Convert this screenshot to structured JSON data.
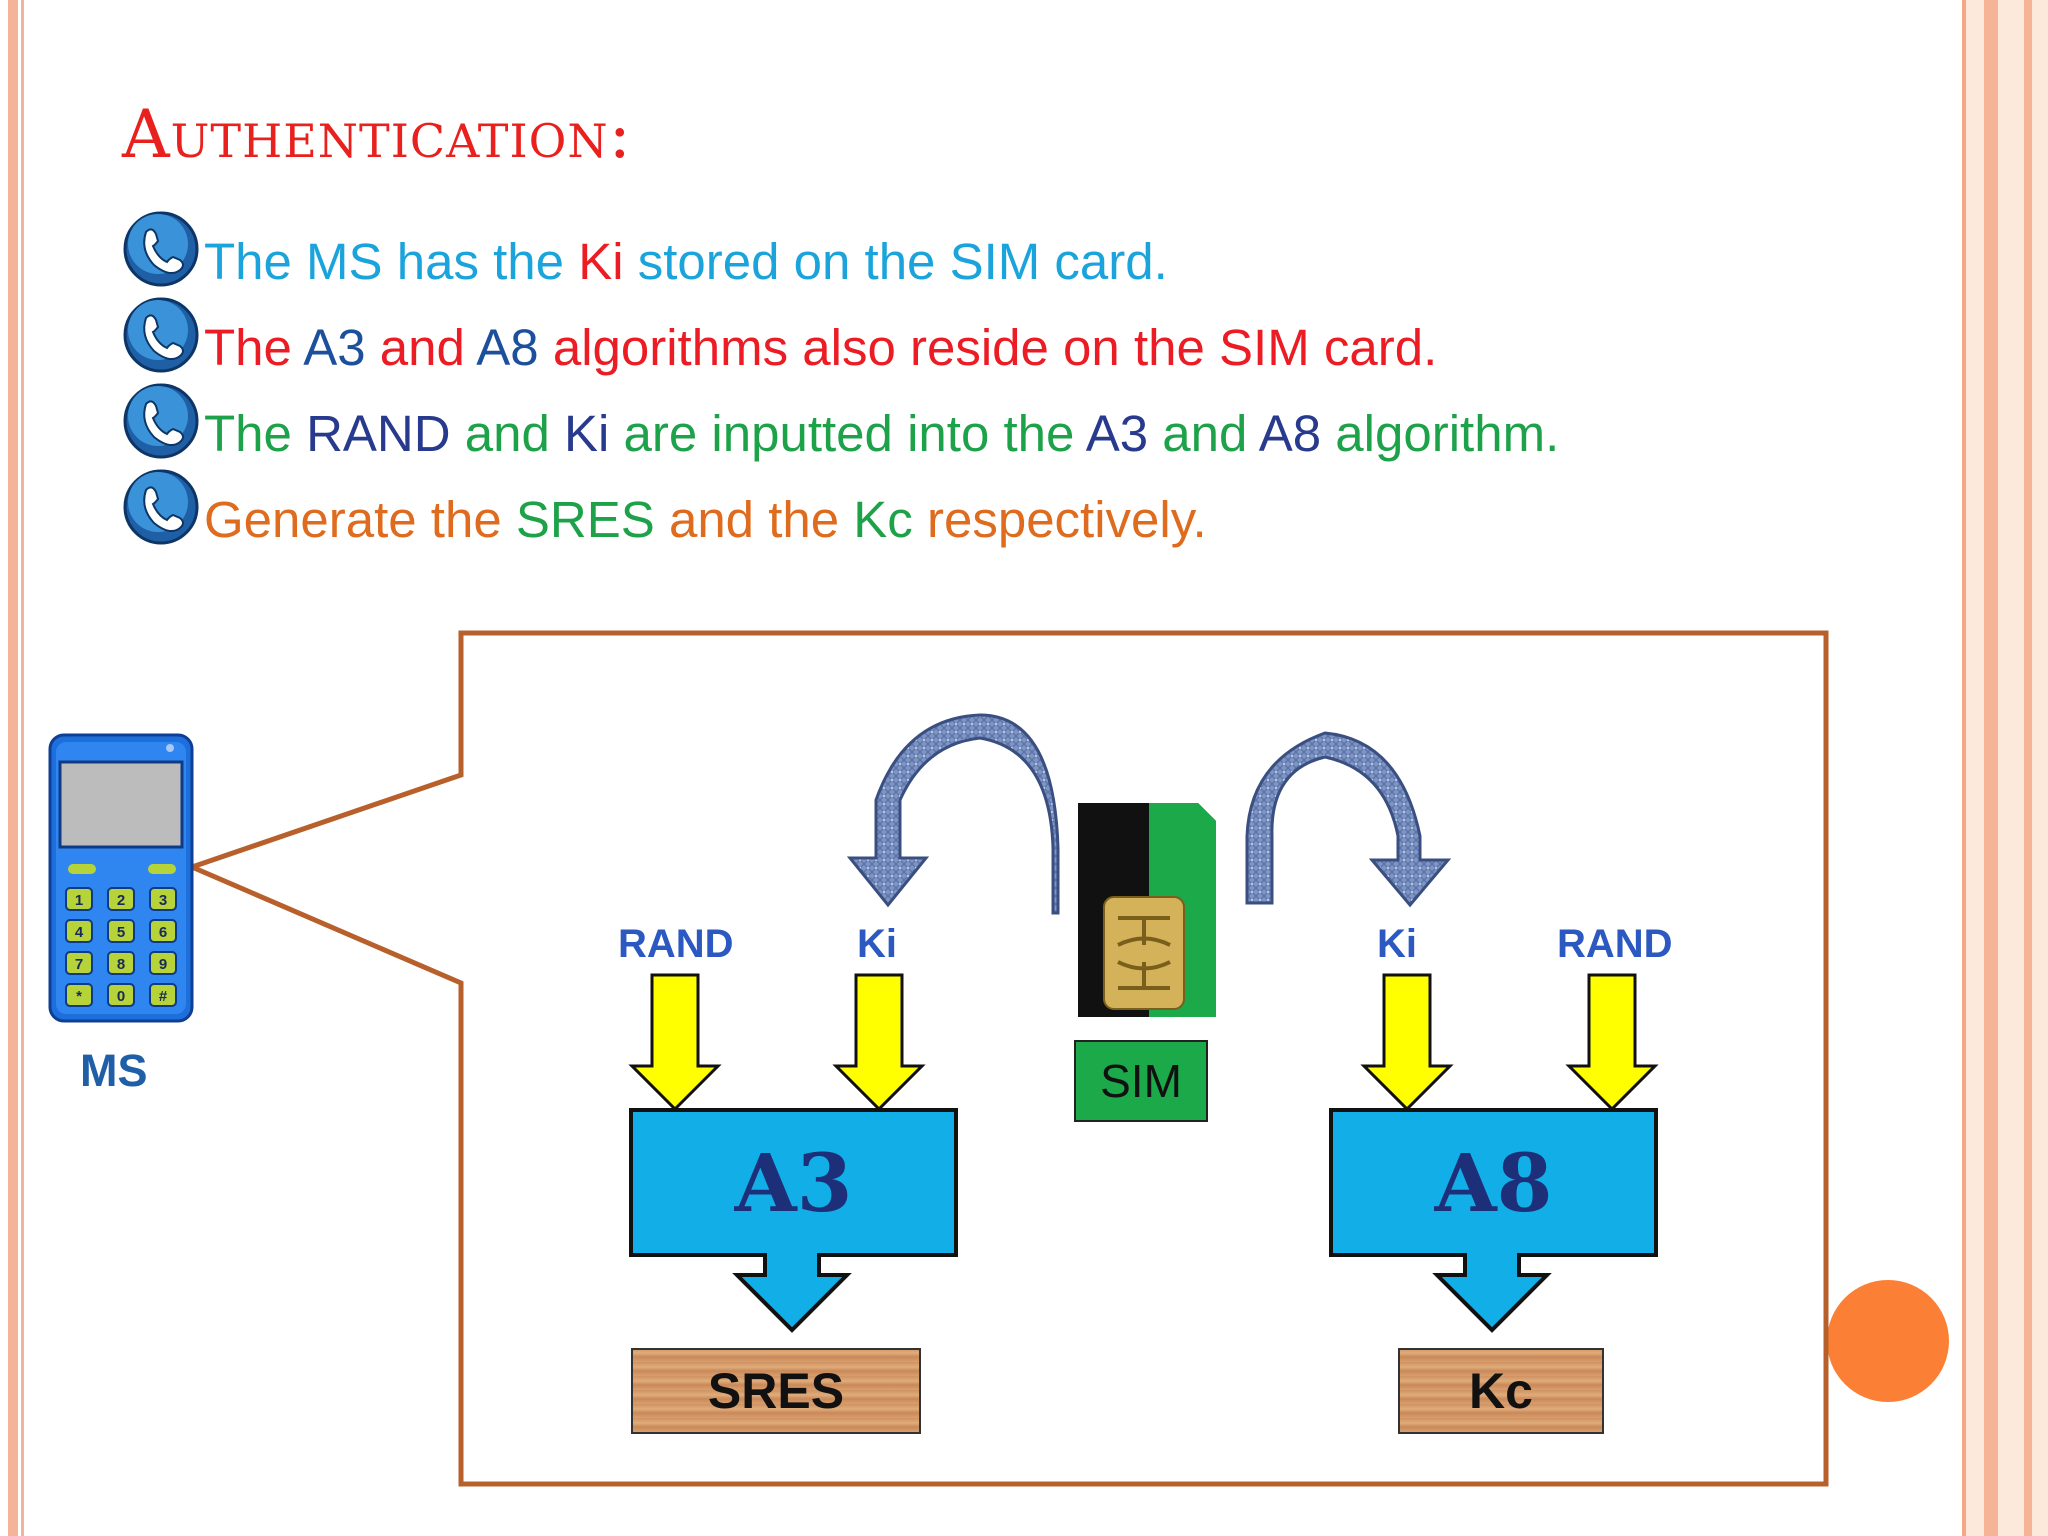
{
  "slide": {
    "title": "Authentication:",
    "bullets": [
      {
        "segments": [
          {
            "text": "The MS has the ",
            "color": "light-blue"
          },
          {
            "text": "Ki",
            "color": "red"
          },
          {
            "text": " stored on the SIM card.",
            "color": "light-blue"
          }
        ]
      },
      {
        "segments": [
          {
            "text": "The ",
            "color": "red"
          },
          {
            "text": "A3",
            "color": "dark-blue"
          },
          {
            "text": " and ",
            "color": "red"
          },
          {
            "text": "A8",
            "color": "dark-blue"
          },
          {
            "text": " algorithms also reside on the SIM card.",
            "color": "red"
          }
        ]
      },
      {
        "segments": [
          {
            "text": "The ",
            "color": "green"
          },
          {
            "text": "RAND",
            "color": "navy"
          },
          {
            "text": " and ",
            "color": "green"
          },
          {
            "text": "Ki",
            "color": "navy"
          },
          {
            "text": " are inputted into the ",
            "color": "green"
          },
          {
            "text": "A3",
            "color": "navy"
          },
          {
            "text": " and ",
            "color": "green"
          },
          {
            "text": "A8",
            "color": "navy"
          },
          {
            "text": " algorithm.",
            "color": "green"
          }
        ]
      },
      {
        "segments": [
          {
            "text": "Generate the ",
            "color": "orange"
          },
          {
            "text": "SRES",
            "color": "green"
          },
          {
            "text": " and the ",
            "color": "orange"
          },
          {
            "text": "Kc",
            "color": "green"
          },
          {
            "text": " respectively.",
            "color": "orange"
          }
        ]
      }
    ],
    "bullet_icon": "phone-handset-icon"
  },
  "diagram": {
    "ms_label": "MS",
    "phone_keys": [
      "1",
      "2",
      "3",
      "4",
      "5",
      "6",
      "7",
      "8",
      "9",
      "*",
      "0",
      "#"
    ],
    "sim_label": "SIM",
    "left": {
      "input_1": "RAND",
      "input_2": "Ki",
      "algorithm": "A3",
      "output": "SRES"
    },
    "right": {
      "input_1": "Ki",
      "input_2": "RAND",
      "algorithm": "A8",
      "output": "Kc"
    }
  },
  "colors": {
    "light-blue": "#1ba4dc",
    "red": "#ec1c24",
    "dark-blue": "#1c4f9c",
    "navy": "#283a8e",
    "green": "#1da24a",
    "orange": "#de6b1e",
    "title": "#e8201e",
    "callout_border": "#b8602c",
    "algo_box": "#12aee8",
    "input_arrow": "#ffff00"
  }
}
